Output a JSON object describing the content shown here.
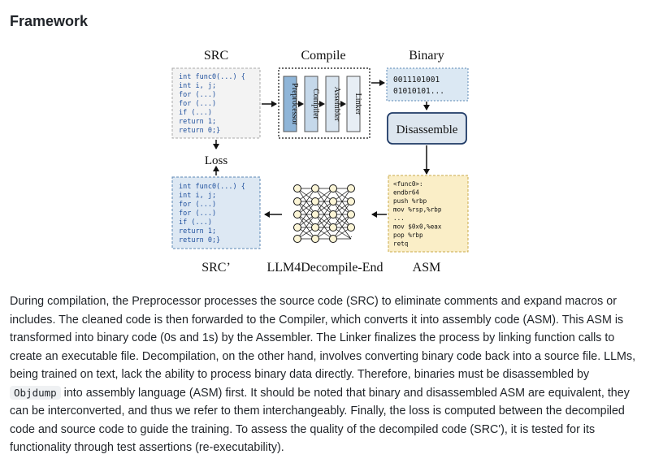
{
  "section": {
    "title": "Framework"
  },
  "figure": {
    "labels": {
      "src": "SRC",
      "compile": "Compile",
      "binary": "Binary",
      "loss": "Loss",
      "src_prime": "SRC’",
      "model": "LLM4Decompile-End",
      "asm": "ASM",
      "disassemble": "Disassemble"
    },
    "compile_stages": [
      "Preprocessor",
      "Compiler",
      "Assembler",
      "Linker"
    ],
    "binary_lines": [
      "0011101001",
      "01010101..."
    ],
    "src_code": [
      "int func0(...) {",
      "  int i, j;",
      "  for (...)",
      "    for (...)",
      "      if (...)",
      "        return 1;",
      "  return 0;}"
    ],
    "src_prime_code": [
      "int func0(...) {",
      "  int i, j;",
      "  for (...)",
      "    for (...)",
      "      if (...)",
      "        return 1;",
      "  return 0;}"
    ],
    "asm_code": [
      "<func0>:",
      "endbr64",
      "push   %rbp",
      "mov    %rsp,%rbp",
      "...",
      "mov    $0x0,%eax",
      "pop    %rbp",
      "retq"
    ],
    "ellipsis": "..."
  },
  "paragraph": {
    "part1": "During compilation, the Preprocessor processes the source code (SRC) to eliminate comments and expand macros or includes. The cleaned code is then forwarded to the Compiler, which converts it into assembly code (ASM). This ASM is transformed into binary code (0s and 1s) by the Assembler. The Linker finalizes the process by linking function calls to create an executable file. Decompilation, on the other hand, involves converting binary code back into a source file. LLMs, being trained on text, lack the ability to process binary data directly. Therefore, binaries must be disassembled by",
    "code": "Objdump",
    "part2": "into assembly language (ASM) first. It should be noted that binary and disassembled ASM are equivalent, they can be interconverted, and thus we refer to them interchangeably. Finally, the loss is computed between the decompiled code and source code to guide the training. To assess the quality of the decompiled code (SRC'), it is tested for its functionality through test assertions (re-executability)."
  }
}
